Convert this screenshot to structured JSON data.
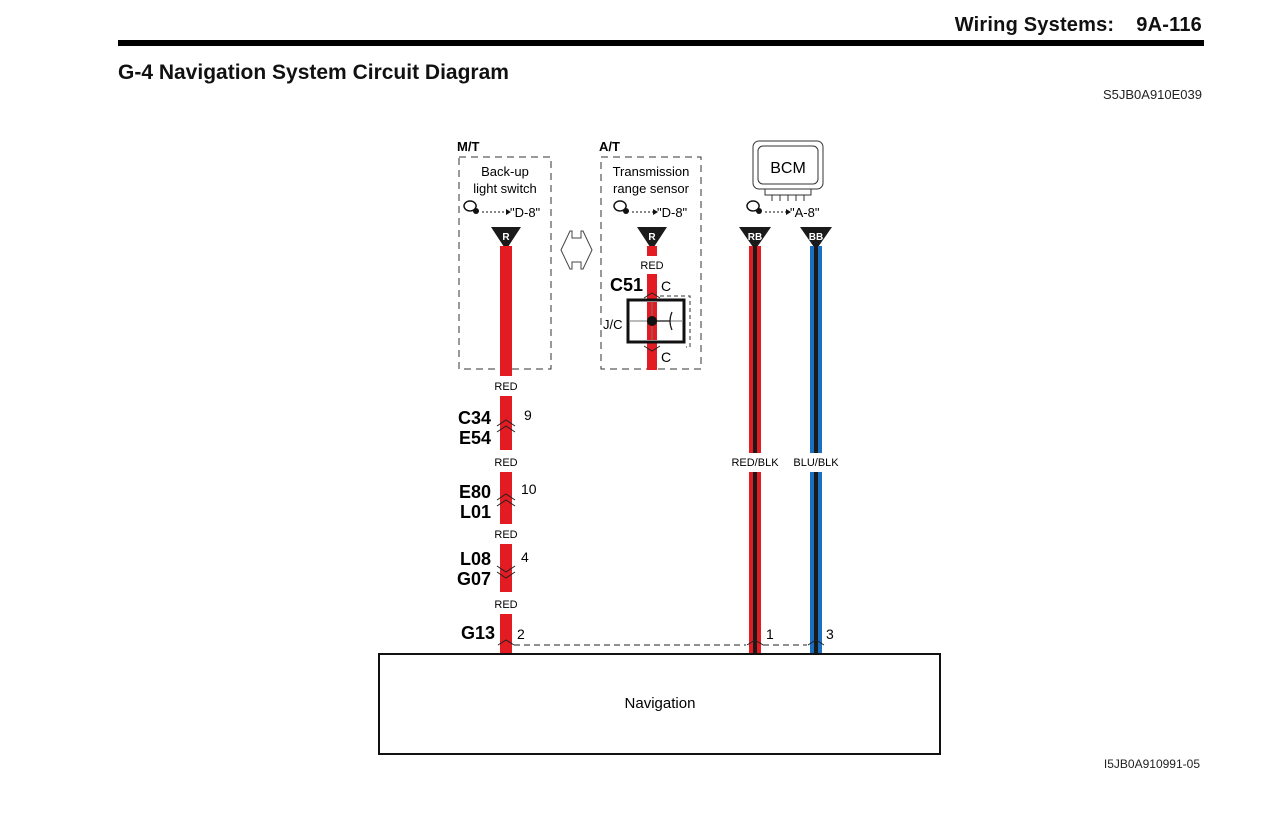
{
  "header": {
    "section": "Wiring Systems:",
    "page": "9A-116"
  },
  "title": "G-4 Navigation System Circuit Diagram",
  "doc_code_top": "S5JB0A910E039",
  "doc_code_bottom": "I5JB0A910991-05",
  "colors": {
    "red_wire": "#e31b23",
    "blue_wire": "#1a6fc0",
    "black_stripe": "#1a1a1a"
  },
  "variants": [
    {
      "label": "M/T",
      "component": [
        "Back-up",
        "light switch"
      ],
      "ref": "\"D-8\"",
      "terminal": "R",
      "wire_color": "RED"
    },
    {
      "label": "A/T",
      "component": [
        "Transmission",
        "range sensor"
      ],
      "ref": "\"D-8\"",
      "terminal": "R",
      "wire_color": "RED",
      "junction": {
        "connector": "C51",
        "pin_top": "C",
        "pin_bottom": "C",
        "label": "J/C"
      }
    }
  ],
  "bcm": {
    "label": "BCM",
    "ref": "\"A-8\"",
    "terminals": [
      "RB",
      "BB"
    ],
    "wire_colors": [
      "RED/BLK",
      "BLU/BLK"
    ]
  },
  "connectors": [
    {
      "top": "C34",
      "bottom": "E54",
      "pin": "9"
    },
    {
      "top": "E80",
      "bottom": "L01",
      "pin": "10"
    },
    {
      "top": "L08",
      "bottom": "G07",
      "pin": "4"
    }
  ],
  "red_wire_labels": [
    "RED",
    "RED",
    "RED",
    "RED"
  ],
  "navigation": {
    "label": "Navigation",
    "connector": "G13",
    "pins": [
      "2",
      "1",
      "3"
    ]
  }
}
